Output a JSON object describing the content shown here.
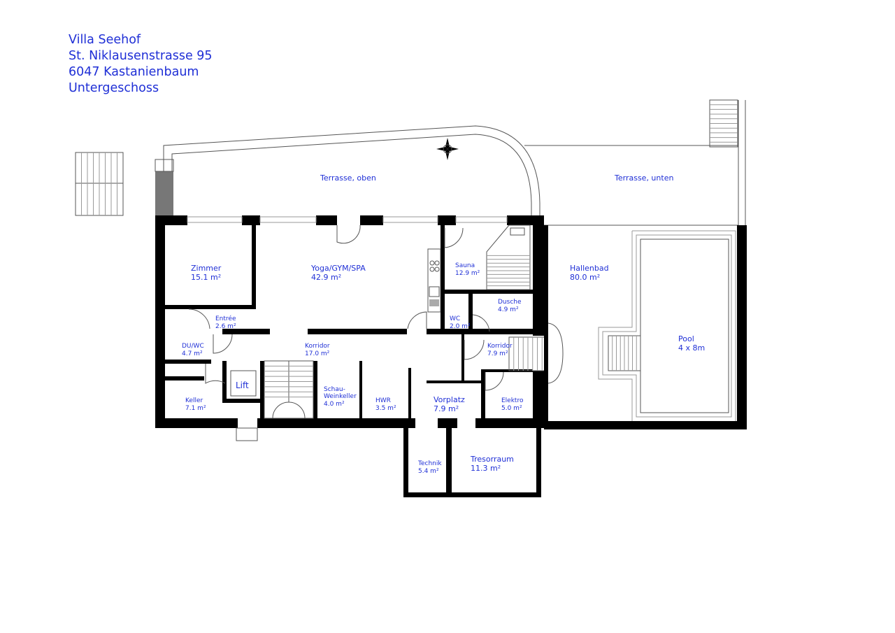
{
  "header": {
    "line1": "Villa Seehof",
    "line2": "St. Niklausenstrasse 95",
    "line3": "6047 Kastanienbaum",
    "line4": "Untergeschoss"
  },
  "colors": {
    "label": "#1f2fd6",
    "walls": "#000000"
  },
  "icons": {
    "compass": "compass-rose-icon"
  },
  "outdoor": {
    "terrace_upper": "Terrasse, oben",
    "terrace_lower": "Terrasse, unten"
  },
  "rooms": {
    "zimmer": {
      "name": "Zimmer",
      "area": "15.1 m²"
    },
    "yoga": {
      "name": "Yoga/GYM/SPA",
      "area": "42.9 m²"
    },
    "sauna": {
      "name": "Sauna",
      "area": "12.9 m²"
    },
    "dusche": {
      "name": "Dusche",
      "area": "4.9 m²"
    },
    "wc": {
      "name": "WC",
      "area": "2.0 m²"
    },
    "entree": {
      "name": "Entrée",
      "area": "2.6 m²"
    },
    "duwc": {
      "name": "DU/WC",
      "area": "4.7 m²"
    },
    "korridor1": {
      "name": "Korridor",
      "area": "17.0 m²"
    },
    "korridor2": {
      "name": "Korridor",
      "area": "7.9 m²"
    },
    "lift": {
      "name": "Lift"
    },
    "keller": {
      "name": "Keller",
      "area": "7.1 m²"
    },
    "weinkeller": {
      "name1": "Schau-",
      "name2": "Weinkeller",
      "area": "4.0 m²"
    },
    "hwr": {
      "name": "HWR",
      "area": "3.5 m²"
    },
    "vorplatz": {
      "name": "Vorplatz",
      "area": "7.9 m²"
    },
    "elektro": {
      "name": "Elektro",
      "area": "5.0 m²"
    },
    "hallenbad": {
      "name": "Hallenbad",
      "area": "80.0 m²"
    },
    "pool": {
      "name": "Pool",
      "area": "4 x 8m"
    },
    "technik": {
      "name": "Technik",
      "area": "5.4 m²"
    },
    "tresorraum": {
      "name": "Tresorraum",
      "area": "11.3 m²"
    }
  }
}
